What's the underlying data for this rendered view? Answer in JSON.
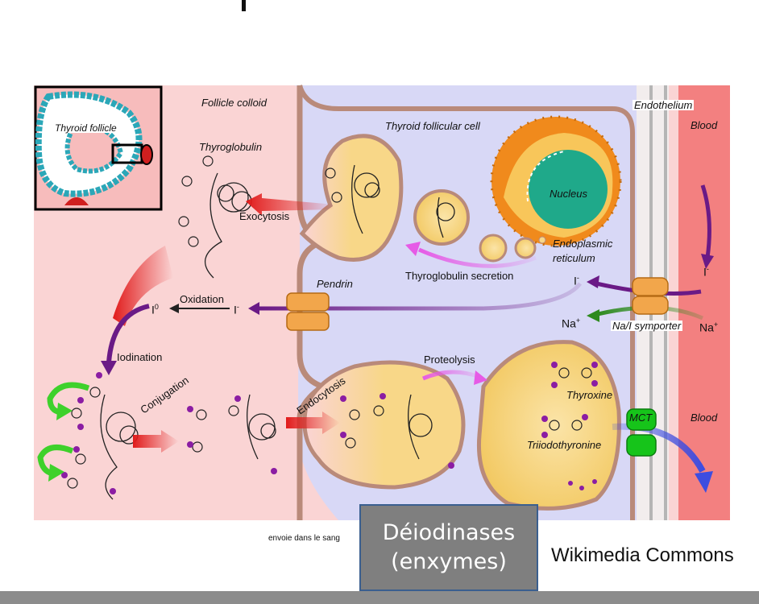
{
  "labels": {
    "follicle_colloid": "Follicle colloid",
    "thyroid_follicle": "Thyroid follicle",
    "thyroglobulin": "Thyroglobulin",
    "exocytosis": "Exocytosis",
    "thyroid_follicular_cell": "Thyroid follicular cell",
    "nucleus": "Nucleus",
    "endoplasmic_reticulum_1": "Endoplasmic",
    "endoplasmic_reticulum_2": "reticulum",
    "thyroglobulin_secretion": "Thyroglobulin secretion",
    "endothelium": "Endothelium",
    "blood_top": "Blood",
    "pendrin": "Pendrin",
    "oxidation": "Oxidation",
    "iodine_zero": "I",
    "iodine_zero_sup": "0",
    "iodide_left": "I",
    "iodide_left_sup": "-",
    "iodide_mid": "I",
    "iodide_mid_sup": "-",
    "iodide_right": "I",
    "iodide_right_sup": "-",
    "na_left": "Na",
    "na_left_sup": "+",
    "na_right": "Na",
    "na_right_sup": "+",
    "na_i_symporter": "Na/I symporter",
    "iodination": "Iodination",
    "conjugation": "Conjugation",
    "endocytosis": "Endocytosis",
    "proteolysis": "Proteolysis",
    "thyroxine": "Thyroxine",
    "triiodothyronine": "Triiodothyronine",
    "mct": "MCT",
    "blood_bottom": "Blood"
  },
  "caption": "envoie dans le sang",
  "overlay_box": {
    "line1": "Déiodinases",
    "line2": "(enxymes)"
  },
  "credit": "Wikimedia Commons",
  "colors": {
    "colloid": "#fad4d4",
    "cell": "#d8d8f6",
    "blood": "#f38080",
    "vesicle": "#f8d788",
    "nucleus": "#1fa98a",
    "nucleus_outer": "#f08a1c",
    "arrow_red": "#e11b1b",
    "arrow_purple": "#6a1a86",
    "arrow_magenta": "#e65be6",
    "arrow_green": "#2e8a1e",
    "arrow_blue": "#3d4de0",
    "pendrin": "#f2a64b",
    "mct": "#16c41a"
  }
}
